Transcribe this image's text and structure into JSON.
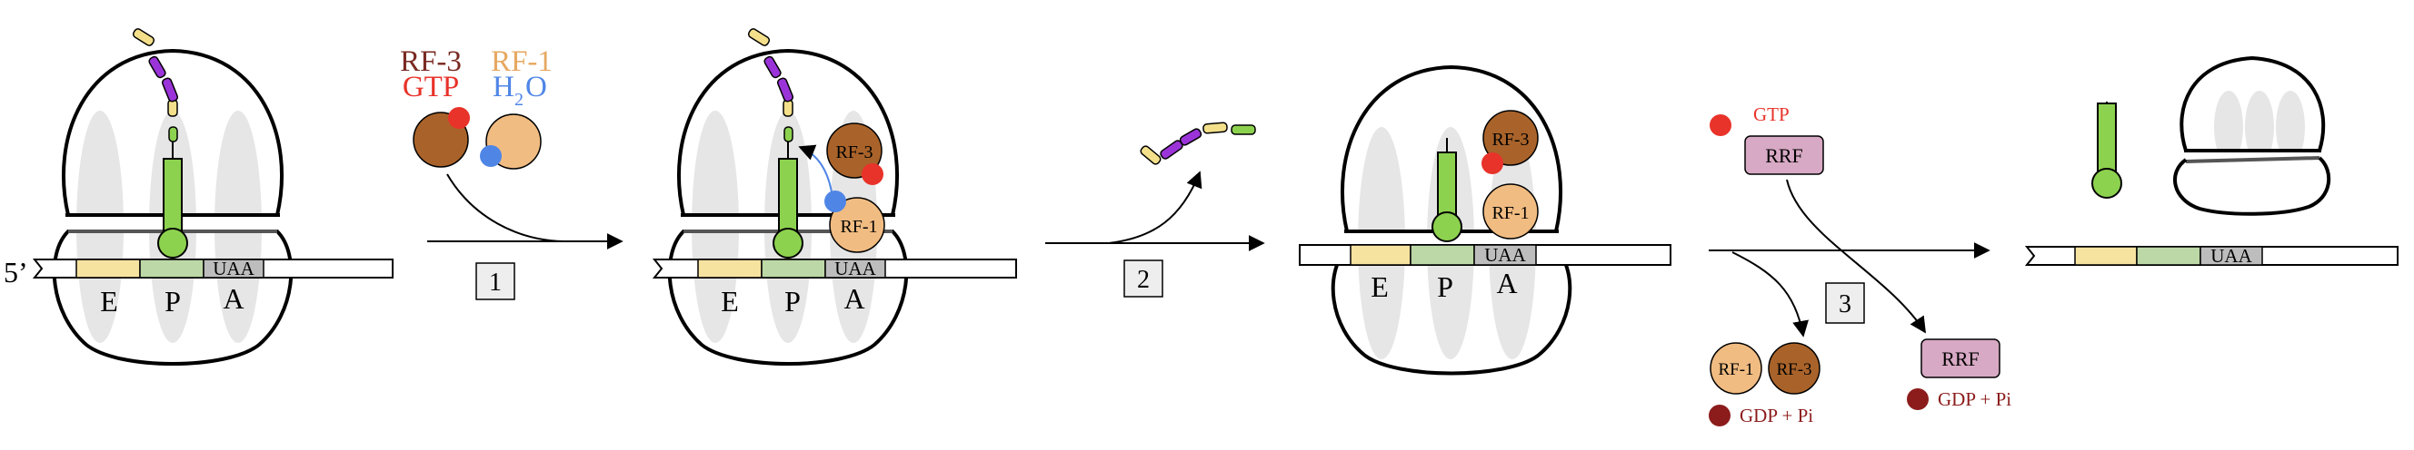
{
  "labels": {
    "five_prime": "5’",
    "site_e": "E",
    "site_p": "P",
    "site_a": "A",
    "stop_codon": "UAA",
    "rf3": "RF-3",
    "rf1": "RF-1",
    "gtp": "GTP",
    "water_h": "H",
    "water_2": "2",
    "water_o": "O",
    "rrf": "RRF",
    "gdp_pi": "GDP + Pi"
  },
  "steps": [
    "1",
    "2",
    "3"
  ],
  "colors": {
    "rf3_text": "#7a2a22",
    "gtp": "#e8332a",
    "rf1_text": "#e6a861",
    "water": "#4f86e6",
    "rf3_fill": "#a9632a",
    "rf1_fill": "#f1bc82",
    "trna": "#8dd24f",
    "e_site": "#f7e3a0",
    "p_site": "#bcd8a6",
    "a_site": "#bdbdbd",
    "rrf_fill": "#d7a9c4",
    "gdp": "#8c1c1c",
    "shadow": "#e6e6e6",
    "peptide_purple": "#9b34d8",
    "peptide_yellow": "#f4e08b"
  }
}
